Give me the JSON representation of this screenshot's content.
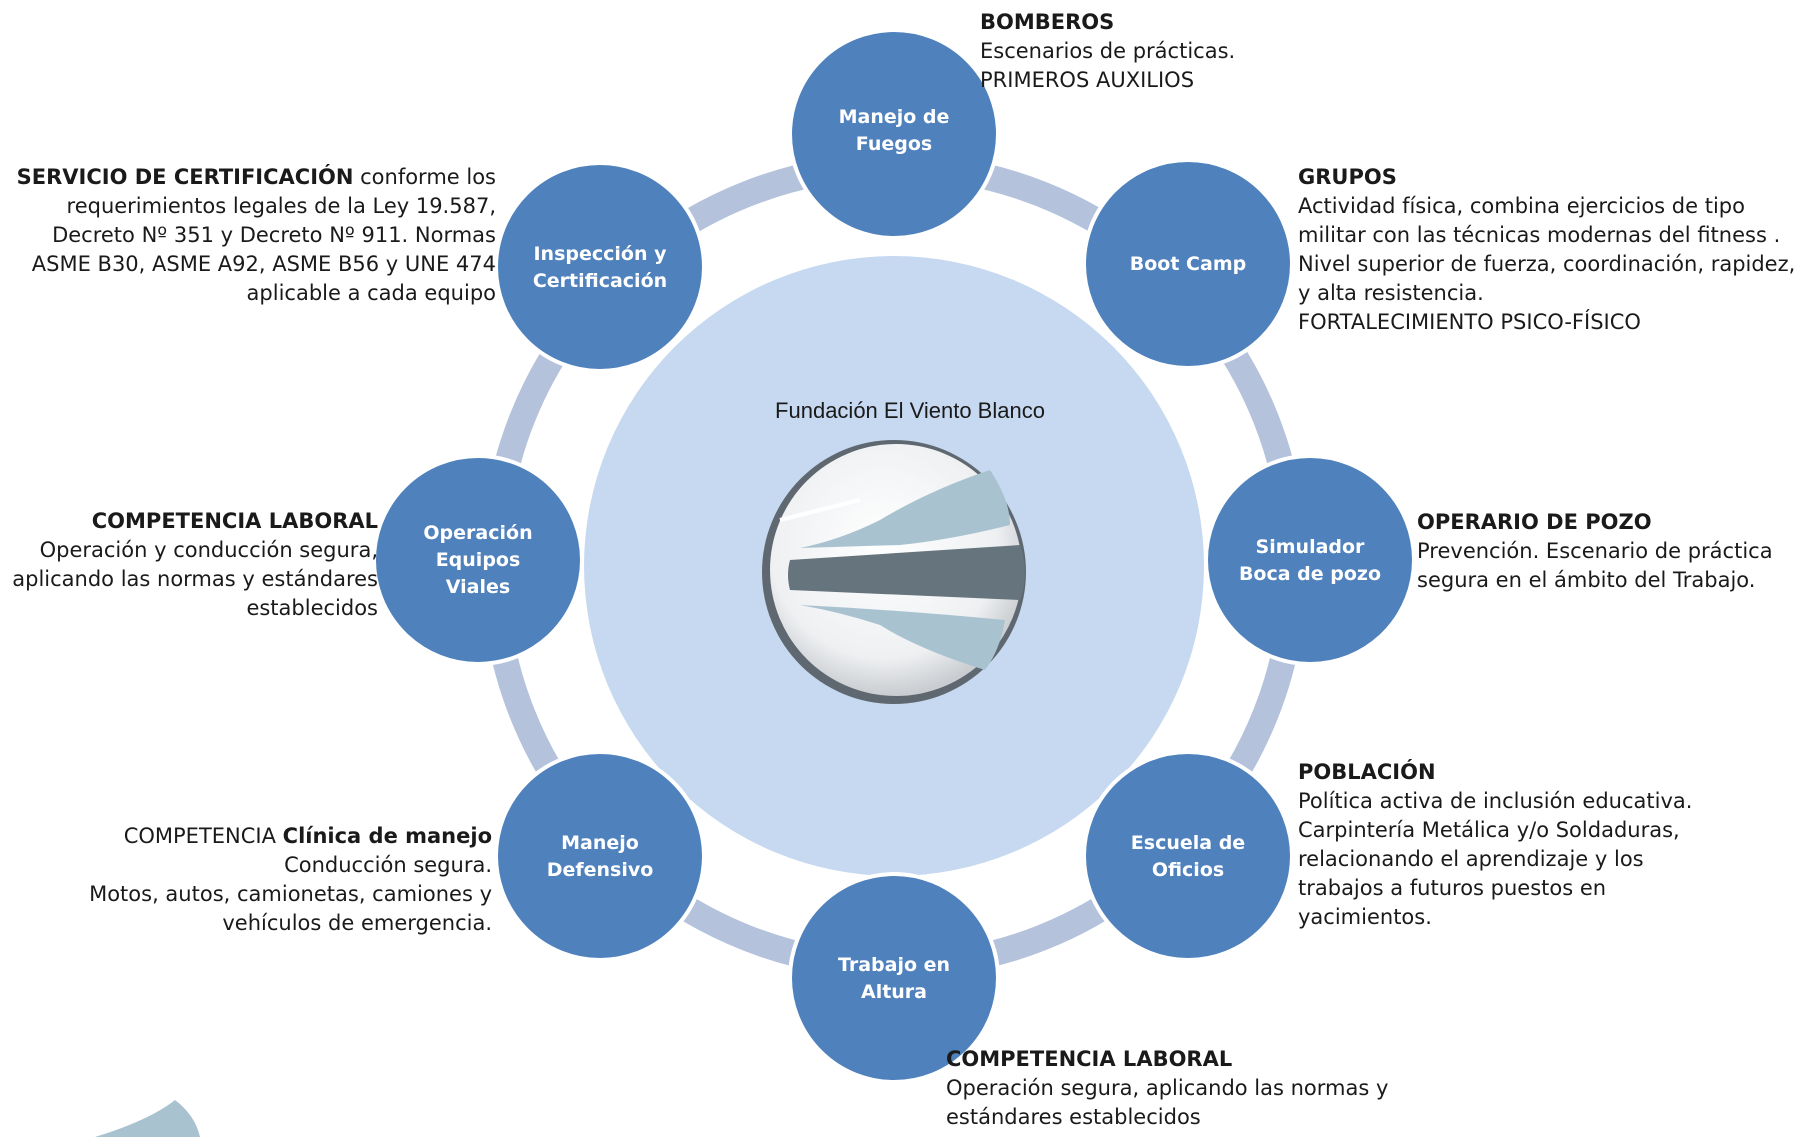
{
  "center": {
    "title": "Fundación El Viento Blanco"
  },
  "nodes": [
    {
      "id": "fuegos",
      "label": "Manejo de\nFuegos"
    },
    {
      "id": "bootcamp",
      "label": "Boot Camp"
    },
    {
      "id": "boca",
      "label": "Simulador\nBoca de pozo"
    },
    {
      "id": "oficios",
      "label": "Escuela de\nOficios"
    },
    {
      "id": "altura",
      "label": "Trabajo en\nAltura"
    },
    {
      "id": "defensivo",
      "label": "Manejo\nDefensivo"
    },
    {
      "id": "viales",
      "label": "Operación\nEquipos\nViales"
    },
    {
      "id": "inspeccion",
      "label": "Inspección y\nCertificación"
    }
  ],
  "descriptions": {
    "fuegos": {
      "heading": "BOMBEROS",
      "lines": [
        "Escenarios de prácticas.",
        "PRIMEROS AUXILIOS"
      ]
    },
    "bootcamp": {
      "heading": "GRUPOS",
      "lines": [
        "Actividad física, combina ejercicios de tipo",
        "militar con las técnicas modernas del fitness .",
        "Nivel superior de fuerza, coordinación, rapidez,",
        "y alta resistencia.",
        "FORTALECIMIENTO PSICO-FÍSICO"
      ]
    },
    "boca": {
      "heading": "OPERARIO DE POZO",
      "lines": [
        "Prevención. Escenario de práctica",
        "segura en el ámbito del Trabajo."
      ]
    },
    "oficios": {
      "heading": "POBLACIÓN",
      "lines": [
        "Política activa de inclusión educativa.",
        "Carpintería Metálica y/o Soldaduras,",
        "relacionando el aprendizaje y los",
        "trabajos a futuros puestos en",
        "yacimientos."
      ]
    },
    "altura": {
      "heading": "COMPETENCIA LABORAL",
      "lines": [
        "Operación segura, aplicando las normas y",
        "estándares establecidos"
      ]
    },
    "defensivo": {
      "prefix": "COMPETENCIA ",
      "heading": "Clínica de manejo",
      "lines": [
        "Conducción segura.",
        "Motos, autos, camionetas, camiones y",
        "vehículos de emergencia."
      ]
    },
    "viales": {
      "heading": "COMPETENCIA LABORAL",
      "lines": [
        "Operación y conducción segura,",
        "aplicando las normas y estándares",
        "establecidos"
      ]
    },
    "inspeccion": {
      "heading": "SERVICIO DE CERTIFICACIÓN",
      "suffix": " conforme los",
      "lines": [
        "requerimientos legales de la Ley 19.587,",
        "Decreto Nº 351 y Decreto Nº 911. Normas",
        "ASME B30, ASME A92, ASME B56 y UNE 474",
        "aplicable a cada equipo"
      ]
    }
  },
  "colors": {
    "node": "#4f81bd",
    "node_border": "#ffffff",
    "ring": "#b4c2dc",
    "center": "#c6d9f0"
  }
}
